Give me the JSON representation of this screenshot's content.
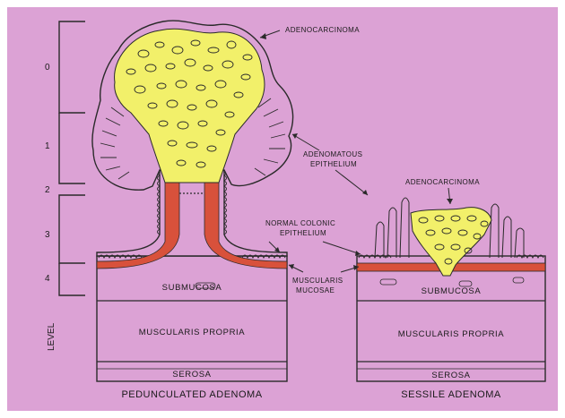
{
  "colors": {
    "background": "#d99ad2",
    "panel": "#dca2d5",
    "tumor": "#f2f06a",
    "muscularis_mucosae": "#d8513b",
    "line": "#2a2a2a"
  },
  "levels": {
    "axis_label": "LEVEL",
    "marks": [
      "0",
      "1",
      "2",
      "3",
      "4"
    ]
  },
  "labels": {
    "adenocarcinoma_left": "ADENOCARCINOMA",
    "adenomatous_epithelium": [
      "ADENOMATOUS",
      "EPITHELIUM"
    ],
    "adenocarcinoma_right": "ADENOCARCINOMA",
    "normal_colonic_epithelium": [
      "NORMAL COLONIC",
      "EPITHELIUM"
    ],
    "muscularis_mucosae": [
      "MUSCULARIS",
      "MUCOSAE"
    ]
  },
  "layers": {
    "submucosa": "SUBMUCOSA",
    "muscularis_propria": "MUSCULARIS PROPRIA",
    "serosa": "SEROSA"
  },
  "captions": {
    "left": "PEDUNCULATED ADENOMA",
    "right": "SESSILE ADENOMA"
  }
}
